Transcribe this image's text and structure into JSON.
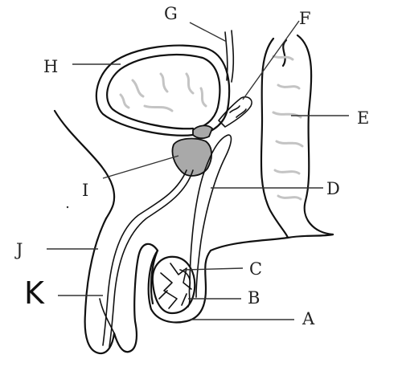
{
  "labels": {
    "a": "A",
    "b": "B",
    "c": "C",
    "d": "D",
    "e": "E",
    "f": "F",
    "g": "G",
    "h": "H",
    "i": "I",
    "j": "J",
    "k": "K"
  },
  "colors": {
    "outline": "#111111",
    "gland_fill": "#a9a9a9",
    "fold_shading": "#c4c4c4",
    "background": "#ffffff"
  }
}
